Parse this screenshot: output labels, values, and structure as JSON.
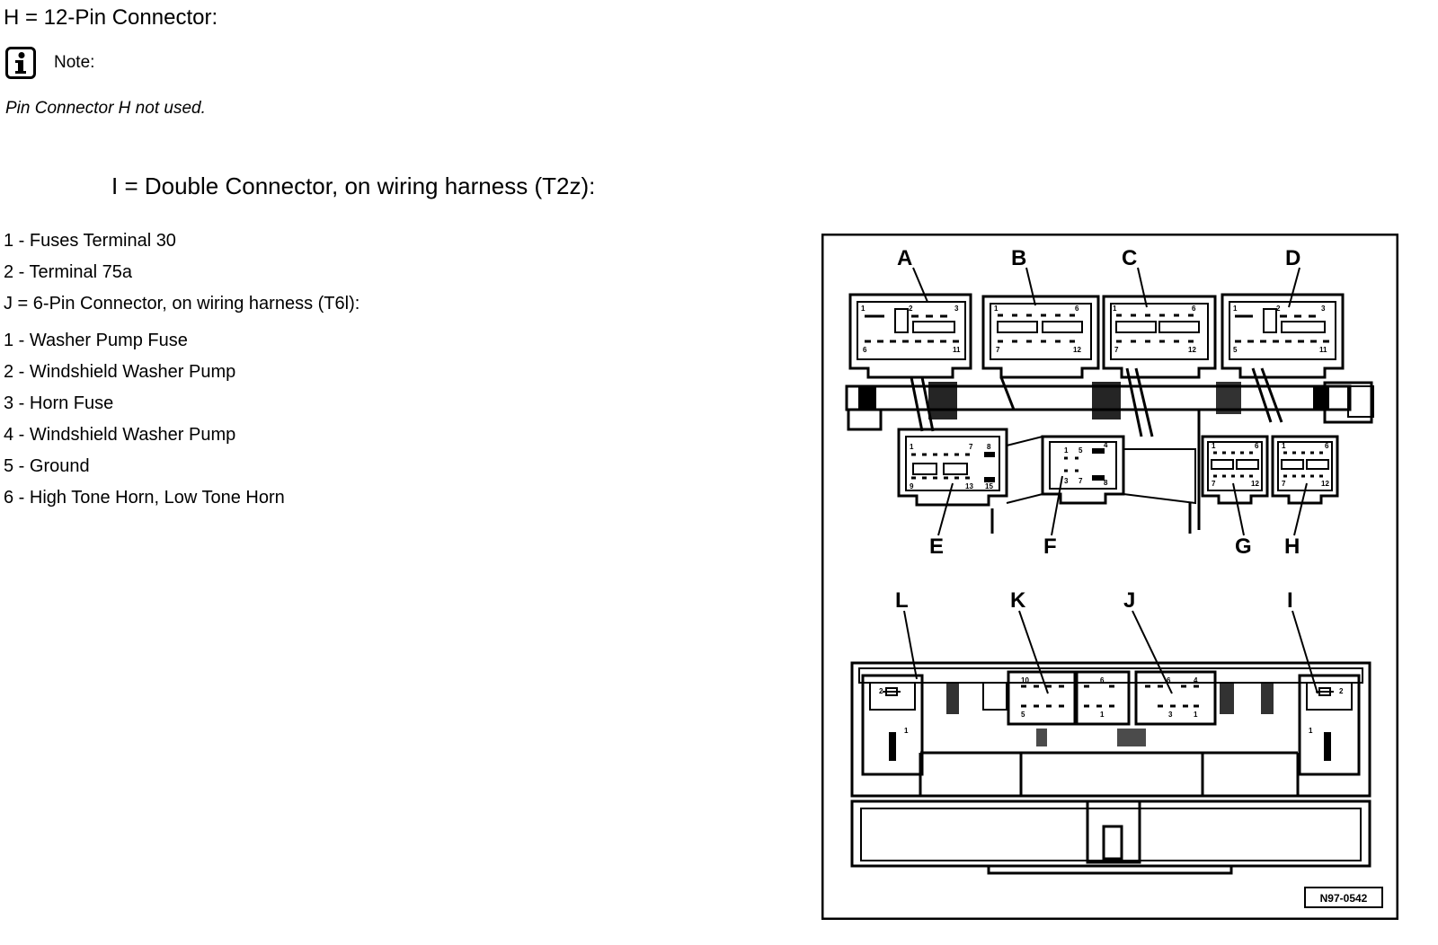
{
  "header": {
    "h_title": "H = 12-Pin Connector:",
    "note_label": "Note:",
    "note_text": "Pin Connector H not used.",
    "i_title": "I = Double Connector, on wiring harness (T2z):"
  },
  "list": [
    "1 - Fuses Terminal 30",
    "2 - Terminal 75a",
    "J = 6-Pin Connector, on wiring harness (T6l):",
    "1 - Washer Pump Fuse",
    "2 - Windshield Washer Pump",
    "3 - Horn Fuse",
    "4 - Windshield Washer Pump",
    "5 - Ground",
    "6 - High Tone Horn, Low Tone Horn"
  ],
  "icons": {
    "note": "info-icon"
  },
  "figure": {
    "id": "N97-0542",
    "upper_labels": [
      "A",
      "B",
      "C",
      "D",
      "E",
      "F",
      "G",
      "H"
    ],
    "lower_labels": [
      "L",
      "K",
      "J",
      "I"
    ],
    "pins": {
      "a": [
        "1",
        "2",
        "3",
        "6",
        "11"
      ],
      "b": [
        "1",
        "6",
        "7",
        "12"
      ],
      "c": [
        "1",
        "6",
        "7",
        "12"
      ],
      "d": [
        "1",
        "2",
        "3",
        "5",
        "11"
      ],
      "e": [
        "1",
        "7",
        "8",
        "9",
        "13",
        "15"
      ],
      "f": [
        "1",
        "5",
        "4",
        "3",
        "7",
        "8"
      ],
      "g": [
        "1",
        "6",
        "7",
        "12"
      ],
      "h": [
        "1",
        "6",
        "7",
        "12"
      ],
      "l": [
        "2",
        "1"
      ],
      "k": [
        "10",
        "5",
        "6",
        "1"
      ],
      "j": [
        "6",
        "4",
        "3",
        "1"
      ],
      "i": [
        "2",
        "1"
      ]
    }
  }
}
